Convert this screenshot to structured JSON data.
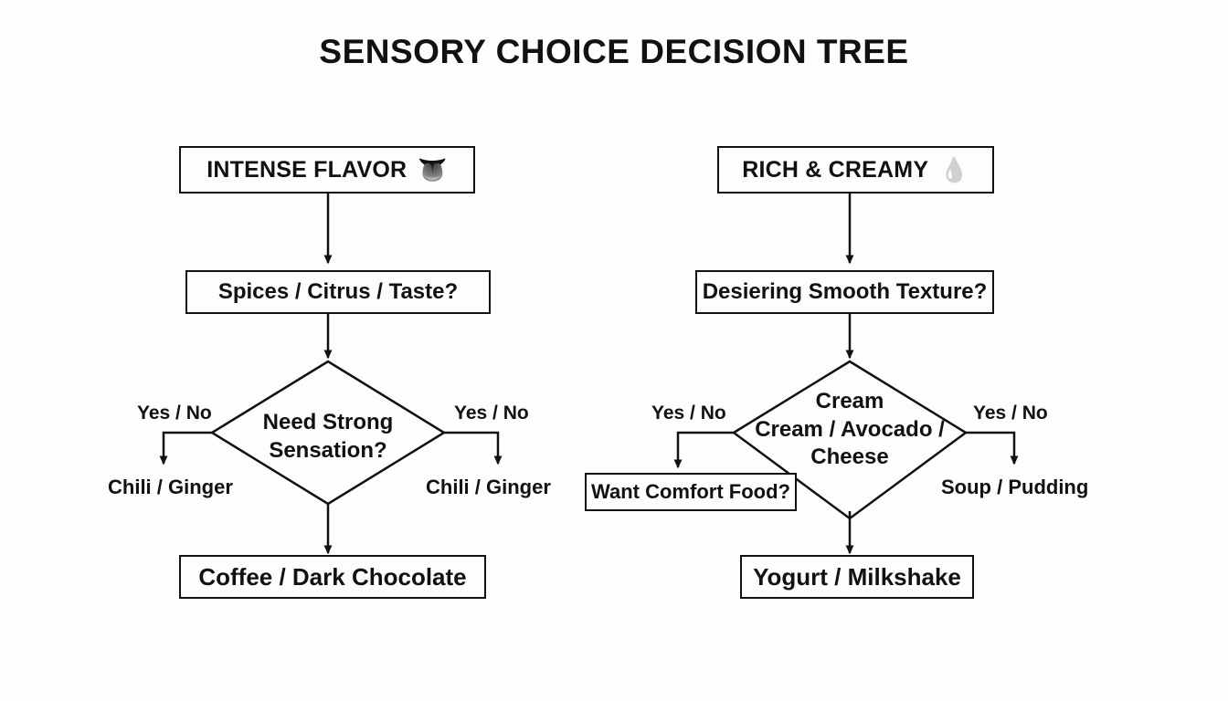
{
  "page": {
    "title": "SENSORY CHOICE DECISION TREE",
    "background_color": "#fcfdfd",
    "line_color": "#111111",
    "text_color": "#111111"
  },
  "chart_data": {
    "type": "diagram",
    "diagram_kind": "decision-tree-flowchart",
    "title": "SENSORY CHOICE DECISION TREE",
    "branches": [
      {
        "id": "left",
        "root": {
          "label": "INTENSE FLAVOR",
          "icon": "tongue-icon",
          "icon_glyph": "👅",
          "shape": "rectangle"
        },
        "question": {
          "label": "Spices / Citrus / Taste?",
          "shape": "rectangle"
        },
        "decision": {
          "lines": [
            "Need Strong",
            "Sensation?"
          ],
          "shape": "diamond"
        },
        "edges": [
          {
            "side": "left",
            "label": "Yes / No",
            "target": "Chili / Ginger"
          },
          {
            "side": "right",
            "label": "Yes / No",
            "target": "Chili / Ginger"
          }
        ],
        "outcome": {
          "label": "Coffee / Dark Chocolate",
          "shape": "rectangle"
        }
      },
      {
        "id": "right",
        "root": {
          "label": "RICH & CREAMY",
          "icon": "droplet-icon",
          "icon_glyph": "💧",
          "shape": "rectangle"
        },
        "question": {
          "label": "Desiering Smooth Texture?",
          "shape": "rectangle"
        },
        "decision": {
          "lines": [
            "Cream",
            "Cream / Avocado /",
            "Cheese"
          ],
          "shape": "diamond"
        },
        "edges": [
          {
            "side": "left",
            "label": "Yes / No",
            "target": "Want Comfort Food?",
            "target_shape": "rectangle"
          },
          {
            "side": "right",
            "label": "Yes / No",
            "target": "Soup / Pudding",
            "target_shape": "text"
          }
        ],
        "outcome": {
          "label": "Yogurt / Milkshake",
          "shape": "rectangle"
        }
      }
    ]
  },
  "left_branch": {
    "header": {
      "label": "INTENSE FLAVOR",
      "icon_glyph": "👅"
    },
    "question": "Spices / Citrus / Taste?",
    "diamond": {
      "line1": "Need Strong",
      "line2": "Sensation?"
    },
    "left_edge_label": "Yes / No",
    "left_leaf": "Chili / Ginger",
    "right_edge_label": "Yes / No",
    "right_leaf": "Chili / Ginger",
    "outcome": "Coffee / Dark Chocolate"
  },
  "right_branch": {
    "header": {
      "label": "RICH & CREAMY",
      "icon_glyph": "💧"
    },
    "question": "Desiering Smooth Texture?",
    "diamond": {
      "line1": "Cream",
      "line2": "Cream / Avocado /",
      "line3": "Cheese"
    },
    "left_edge_label": "Yes / No",
    "left_sub_box": "Want Comfort Food?",
    "right_edge_label": "Yes / No",
    "right_leaf": "Soup / Pudding",
    "outcome": "Yogurt / Milkshake"
  }
}
